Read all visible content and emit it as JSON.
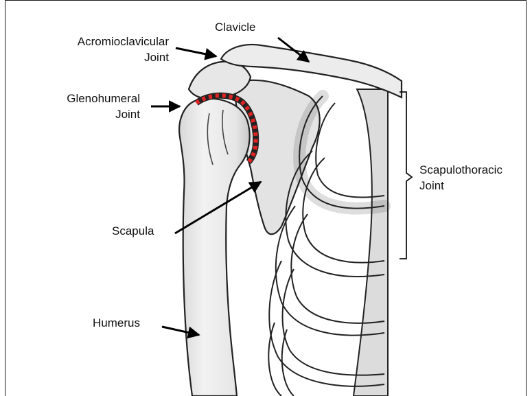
{
  "colors": {
    "bone_fill": "#ebebeb",
    "bone_shadow": "#cfcfcf",
    "bone_outline": "#1f1f1f",
    "joint_highlight": "#e02424",
    "arrow": "#000000",
    "text": "#111111"
  },
  "labels": {
    "acromioclavicular_line1": "Acromioclavicular",
    "acromioclavicular_line2": "Joint",
    "clavicle": "Clavicle",
    "glenohumeral_line1": "Glenohumeral",
    "glenohumeral_line2": "Joint",
    "scapulothoracic_line1": "Scapulothoracic",
    "scapulothoracic_line2": "Joint",
    "scapula": "Scapula",
    "humerus": "Humerus"
  }
}
